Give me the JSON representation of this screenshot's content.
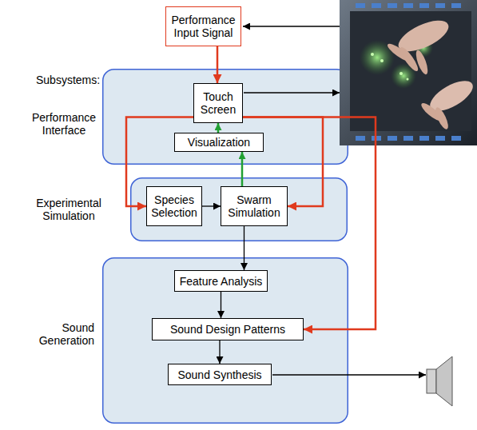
{
  "diagram": {
    "nodes": [
      {
        "text": [
          "Performance Input Signal"
        ]
      },
      {
        "text": [
          "Performance Interface"
        ]
      },
      {
        "text": [
          "Touch Screen"
        ],
        "in": 1
      },
      {
        "text": [
          "Visualization"
        ],
        "in": 1
      },
      {
        "text": [
          "Experimental Simulation"
        ]
      },
      {
        "text": [
          "Species Selection"
        ],
        "in": 4
      },
      {
        "text": [
          "Swarm Simulation"
        ],
        "in": 4
      },
      {
        "text": [
          "Sound Generation"
        ]
      },
      {
        "text": [
          "Feature Analysis"
        ],
        "in": 7
      },
      {
        "text": [
          "Sound Design Patterns"
        ],
        "in": 7
      },
      {
        "text": [
          "Sound Synthesis"
        ],
        "in": 7
      }
    ],
    "edges": [
      {
        "from": 0,
        "to": 2,
        "arrow": "to"
      },
      {
        "from": 2,
        "to": 5,
        "arrow": "to"
      },
      {
        "from": 2,
        "to": 6,
        "arrow": "to"
      },
      {
        "from": 2,
        "to": 9,
        "arrow": "to"
      },
      {
        "from": 3,
        "to": 2,
        "arrow": "to"
      },
      {
        "from": 6,
        "to": 3,
        "arrow": "to"
      },
      {
        "from": 5,
        "to": 6,
        "arrow": "to"
      },
      {
        "from": 6,
        "to": 8,
        "arrow": "to"
      },
      {
        "from": 8,
        "to": 9,
        "arrow": "to"
      },
      {
        "from": 9,
        "to": 10,
        "arrow": "to"
      }
    ],
    "labels": [
      "Subsystems:"
    ]
  }
}
